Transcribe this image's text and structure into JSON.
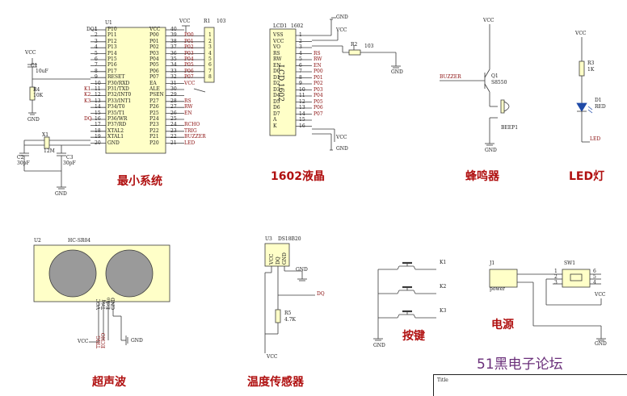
{
  "mcu": {
    "ref": "U1",
    "part": "DQ1",
    "left_pins": [
      "P10",
      "P11",
      "P12",
      "P13",
      "P14",
      "P15",
      "P16",
      "P17",
      "RESET",
      "P30/RXD",
      "P31/TXD",
      "P32/INT0",
      "P33/INT1",
      "P34/T0",
      "P35/T1",
      "P36/WR",
      "P37/RD",
      "XTAL2",
      "XTAL1",
      "GND"
    ],
    "left_nums": [
      "1",
      "2",
      "3",
      "4",
      "5",
      "6",
      "7",
      "8",
      "9",
      "10",
      "11",
      "12",
      "13",
      "14",
      "15",
      "16",
      "17",
      "18",
      "19",
      "20"
    ],
    "right_pins": [
      "VCC",
      "P00",
      "P01",
      "P02",
      "P03",
      "P04",
      "P05",
      "P06",
      "P07",
      "EA",
      "ALE",
      "PSEN",
      "P27",
      "P26",
      "P25",
      "P24",
      "P23",
      "P22",
      "P21",
      "P20"
    ],
    "right_nums": [
      "40",
      "39",
      "38",
      "37",
      "36",
      "35",
      "34",
      "33",
      "32",
      "31",
      "30",
      "29",
      "28",
      "27",
      "26",
      "25",
      "24",
      "23",
      "22",
      "21"
    ],
    "right_nets": [
      "",
      "P00",
      "P01",
      "P02",
      "P03",
      "P04",
      "P05",
      "P06",
      "P07",
      "VCC",
      "",
      "",
      "RS",
      "RW",
      "EN",
      "",
      "RCHO",
      "TRIG",
      "BUZZER",
      "LED"
    ],
    "left_nets": [
      "",
      "",
      "",
      "",
      "",
      "",
      "",
      "",
      "",
      "",
      "K1",
      "K2",
      "K3",
      "",
      "",
      "DQ",
      "",
      "",
      "",
      ""
    ],
    "resnet_ref": "R1",
    "resnet_val": "103",
    "vcc": "VCC"
  },
  "reset": {
    "cap_ref": "C1",
    "cap_val": "10uF",
    "res_ref": "R4",
    "res_val": "10K",
    "vcc": "VCC",
    "gnd": "GND"
  },
  "crystal": {
    "ref": "X1",
    "val": "12M",
    "c2_ref": "C2",
    "c2_val": "30pF",
    "c3_ref": "C3",
    "c3_val": "30pF",
    "gnd": "GND"
  },
  "lcd": {
    "ref": "LCD1",
    "part": "1602",
    "body": "LCD 1602",
    "pins": [
      "VSS",
      "VCC",
      "VO",
      "RS",
      "RW",
      "EN",
      "D0",
      "D1",
      "D2",
      "D3",
      "D4",
      "D5",
      "D6",
      "D7",
      "A",
      "K"
    ],
    "nums": [
      "1",
      "2",
      "3",
      "4",
      "5",
      "6",
      "7",
      "8",
      "9",
      "10",
      "11",
      "12",
      "13",
      "14",
      "15",
      "16"
    ],
    "nets": [
      "",
      "",
      "",
      "RS",
      "RW",
      "EN",
      "P00",
      "P01",
      "P02",
      "P03",
      "P04",
      "P05",
      "P06",
      "P07",
      "",
      ""
    ],
    "pot_ref": "R2",
    "pot_val": "103",
    "gnd": "GND",
    "vcc": "VCC"
  },
  "buzzer": {
    "net": "BUZZER",
    "q_ref": "Q1",
    "q_val": "S8550",
    "beep": "BEEP1",
    "vcc": "VCC",
    "gnd": "GND"
  },
  "led": {
    "vcc": "VCC",
    "r_ref": "R3",
    "r_val": "1K",
    "d_ref": "D1",
    "d_val": "RED",
    "net": "LED"
  },
  "ultrasonic": {
    "ref": "U2",
    "part": "HC-SR04",
    "pins": [
      "VCC",
      "Trig",
      "Echo",
      "GND"
    ],
    "nets": [
      "VCC",
      "TRIG",
      "ECHO"
    ],
    "gnd": "GND"
  },
  "ds18b20": {
    "ref": "U3",
    "part": "DS18B20",
    "pins": [
      "VCC",
      "DQ",
      "GND"
    ],
    "gnd": "GND",
    "net": "DQ",
    "r_ref": "R5",
    "r_val": "4.7K",
    "vcc": "VCC"
  },
  "keys": {
    "labels": [
      "K1",
      "K2",
      "K3"
    ],
    "gnd": "GND"
  },
  "power": {
    "j_ref": "J1",
    "j_label": "power",
    "sw_ref": "SW1",
    "sw_left": [
      "1",
      "2",
      "3"
    ],
    "sw_right": [
      "6",
      "5",
      "4"
    ],
    "vcc": "VCC",
    "gnd": "GND"
  },
  "captions": {
    "min_system": "最小系统",
    "lcd": "1602液晶",
    "buzzer": "蜂鸣器",
    "led": "LED灯",
    "ultrasonic": "超声波",
    "temp": "温度传感器",
    "keys": "按键",
    "power": "电源"
  },
  "watermark": "51黑电子论坛",
  "title_block": {
    "label": "Title"
  },
  "colors": {
    "wire": "#3a3a3a",
    "component_fill": "#ffffc8",
    "ic_fill": "#ffffc8",
    "caption": "#b01010",
    "net_label": "#8a0e0e",
    "sensor_body": "#9a9a9a"
  }
}
